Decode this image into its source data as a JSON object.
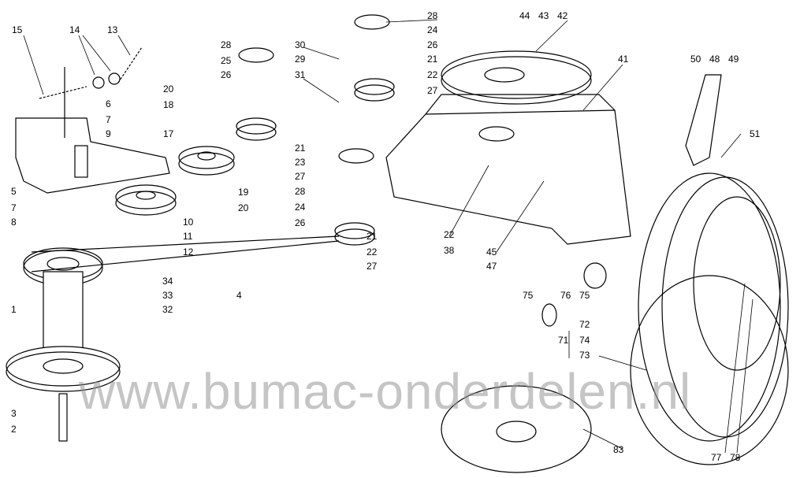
{
  "watermark": "www.bumac-onderdelen.nl",
  "callouts": [
    {
      "id": "c15",
      "text": "15"
    },
    {
      "id": "c14",
      "text": "14"
    },
    {
      "id": "c13",
      "text": "13"
    },
    {
      "id": "c6",
      "text": "6"
    },
    {
      "id": "c7a",
      "text": "7"
    },
    {
      "id": "c9",
      "text": "9"
    },
    {
      "id": "c5",
      "text": "5"
    },
    {
      "id": "c7b",
      "text": "7"
    },
    {
      "id": "c8",
      "text": "8"
    },
    {
      "id": "c28a",
      "text": "28"
    },
    {
      "id": "c25",
      "text": "25"
    },
    {
      "id": "c26a",
      "text": "26"
    },
    {
      "id": "c20a",
      "text": "20"
    },
    {
      "id": "c18",
      "text": "18"
    },
    {
      "id": "c17",
      "text": "17"
    },
    {
      "id": "c21a",
      "text": "21"
    },
    {
      "id": "c23",
      "text": "23"
    },
    {
      "id": "c27a",
      "text": "27"
    },
    {
      "id": "c19",
      "text": "19"
    },
    {
      "id": "c20b",
      "text": "20"
    },
    {
      "id": "c10",
      "text": "10"
    },
    {
      "id": "c11",
      "text": "11"
    },
    {
      "id": "c12",
      "text": "12"
    },
    {
      "id": "c34",
      "text": "34"
    },
    {
      "id": "c33",
      "text": "33"
    },
    {
      "id": "c32",
      "text": "32"
    },
    {
      "id": "c4",
      "text": "4"
    },
    {
      "id": "c1",
      "text": "1"
    },
    {
      "id": "c3",
      "text": "3"
    },
    {
      "id": "c2",
      "text": "2"
    },
    {
      "id": "c30",
      "text": "30"
    },
    {
      "id": "c29",
      "text": "29"
    },
    {
      "id": "c31",
      "text": "31"
    },
    {
      "id": "c28b",
      "text": "28"
    },
    {
      "id": "c24a",
      "text": "24"
    },
    {
      "id": "c26b",
      "text": "26"
    },
    {
      "id": "c21b",
      "text": "21"
    },
    {
      "id": "c22a",
      "text": "22"
    },
    {
      "id": "c27b",
      "text": "27"
    },
    {
      "id": "c28c",
      "text": "28"
    },
    {
      "id": "c24b",
      "text": "24"
    },
    {
      "id": "c26c",
      "text": "26"
    },
    {
      "id": "c21c",
      "text": "21"
    },
    {
      "id": "c22b",
      "text": "22"
    },
    {
      "id": "c27c",
      "text": "27"
    },
    {
      "id": "c44",
      "text": "44"
    },
    {
      "id": "c43",
      "text": "43"
    },
    {
      "id": "c42",
      "text": "42"
    },
    {
      "id": "c41",
      "text": "41"
    },
    {
      "id": "c22c",
      "text": "22"
    },
    {
      "id": "c38",
      "text": "38"
    },
    {
      "id": "c45",
      "text": "45"
    },
    {
      "id": "c47",
      "text": "47"
    },
    {
      "id": "c50",
      "text": "50"
    },
    {
      "id": "c48",
      "text": "48"
    },
    {
      "id": "c49",
      "text": "49"
    },
    {
      "id": "c51",
      "text": "51"
    },
    {
      "id": "c75a",
      "text": "75"
    },
    {
      "id": "c76",
      "text": "76"
    },
    {
      "id": "c75b",
      "text": "75"
    },
    {
      "id": "c72",
      "text": "72"
    },
    {
      "id": "c71",
      "text": "71"
    },
    {
      "id": "c74",
      "text": "74"
    },
    {
      "id": "c73",
      "text": "73"
    },
    {
      "id": "c83",
      "text": "83"
    },
    {
      "id": "c77",
      "text": "77"
    },
    {
      "id": "c78",
      "text": "78"
    }
  ]
}
